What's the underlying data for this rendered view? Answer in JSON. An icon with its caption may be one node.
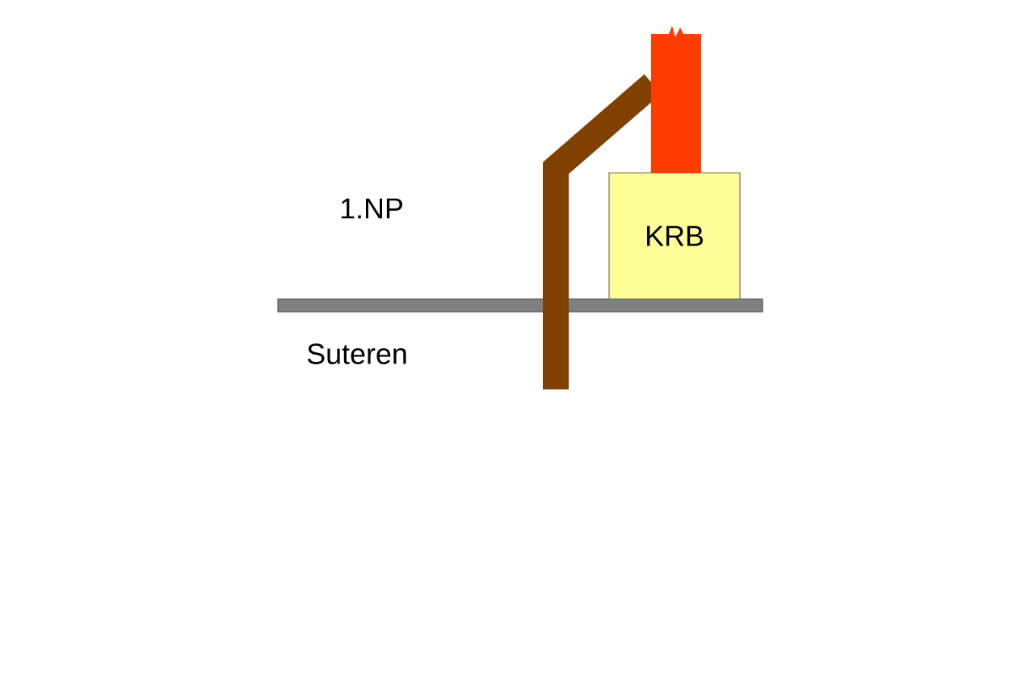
{
  "diagram": {
    "nodes": [
      {
        "text": [
          "KRB"
        ]
      }
    ],
    "labels": [
      "1.NP",
      "Suteren"
    ]
  }
}
